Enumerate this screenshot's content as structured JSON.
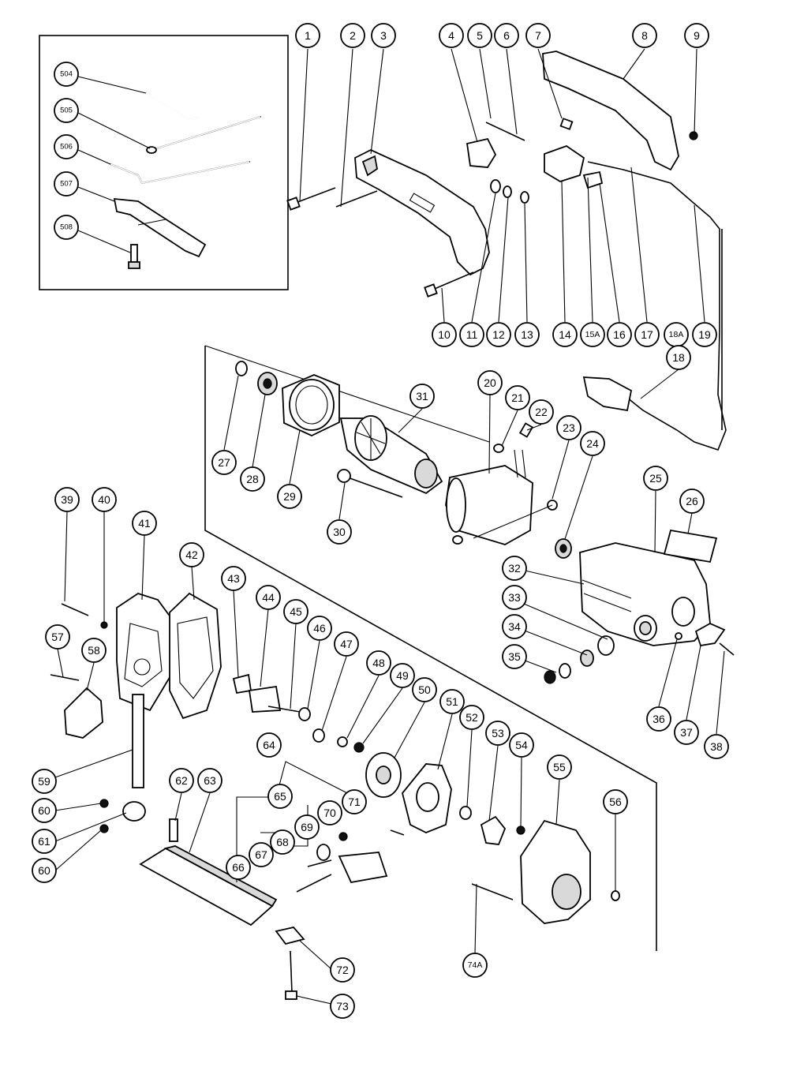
{
  "callouts": {
    "c1": "1",
    "c2": "2",
    "c3": "3",
    "c4": "4",
    "c5": "5",
    "c6": "6",
    "c7": "7",
    "c8": "8",
    "c9": "9",
    "c10": "10",
    "c11": "11",
    "c12": "12",
    "c13": "13",
    "c14": "14",
    "c15a": "15A",
    "c16": "16",
    "c17": "17",
    "c18a": "18A",
    "c19": "19",
    "c18": "18",
    "c20": "20",
    "c21": "21",
    "c22": "22",
    "c23": "23",
    "c24": "24",
    "c25": "25",
    "c26": "26",
    "c27": "27",
    "c28": "28",
    "c29": "29",
    "c30": "30",
    "c31": "31",
    "c32": "32",
    "c33": "33",
    "c34": "34",
    "c35": "35",
    "c36": "36",
    "c37": "37",
    "c38": "38",
    "c39": "39",
    "c40": "40",
    "c41": "41",
    "c42": "42",
    "c43": "43",
    "c44": "44",
    "c45": "45",
    "c46": "46",
    "c47": "47",
    "c48": "48",
    "c49": "49",
    "c50": "50",
    "c51": "51",
    "c52": "52",
    "c53": "53",
    "c54": "54",
    "c55": "55",
    "c56": "56",
    "c57": "57",
    "c58": "58",
    "c59": "59",
    "c60a": "60",
    "c61": "61",
    "c60b": "60",
    "c62": "62",
    "c63": "63",
    "c64": "64",
    "c65": "65",
    "c66": "66",
    "c67": "67",
    "c68": "68",
    "c69": "69",
    "c70": "70",
    "c71": "71",
    "c72": "72",
    "c73": "73",
    "c74a": "74A",
    "c504": "504",
    "c505": "505",
    "c506": "506",
    "c507": "507",
    "c508": "508"
  }
}
